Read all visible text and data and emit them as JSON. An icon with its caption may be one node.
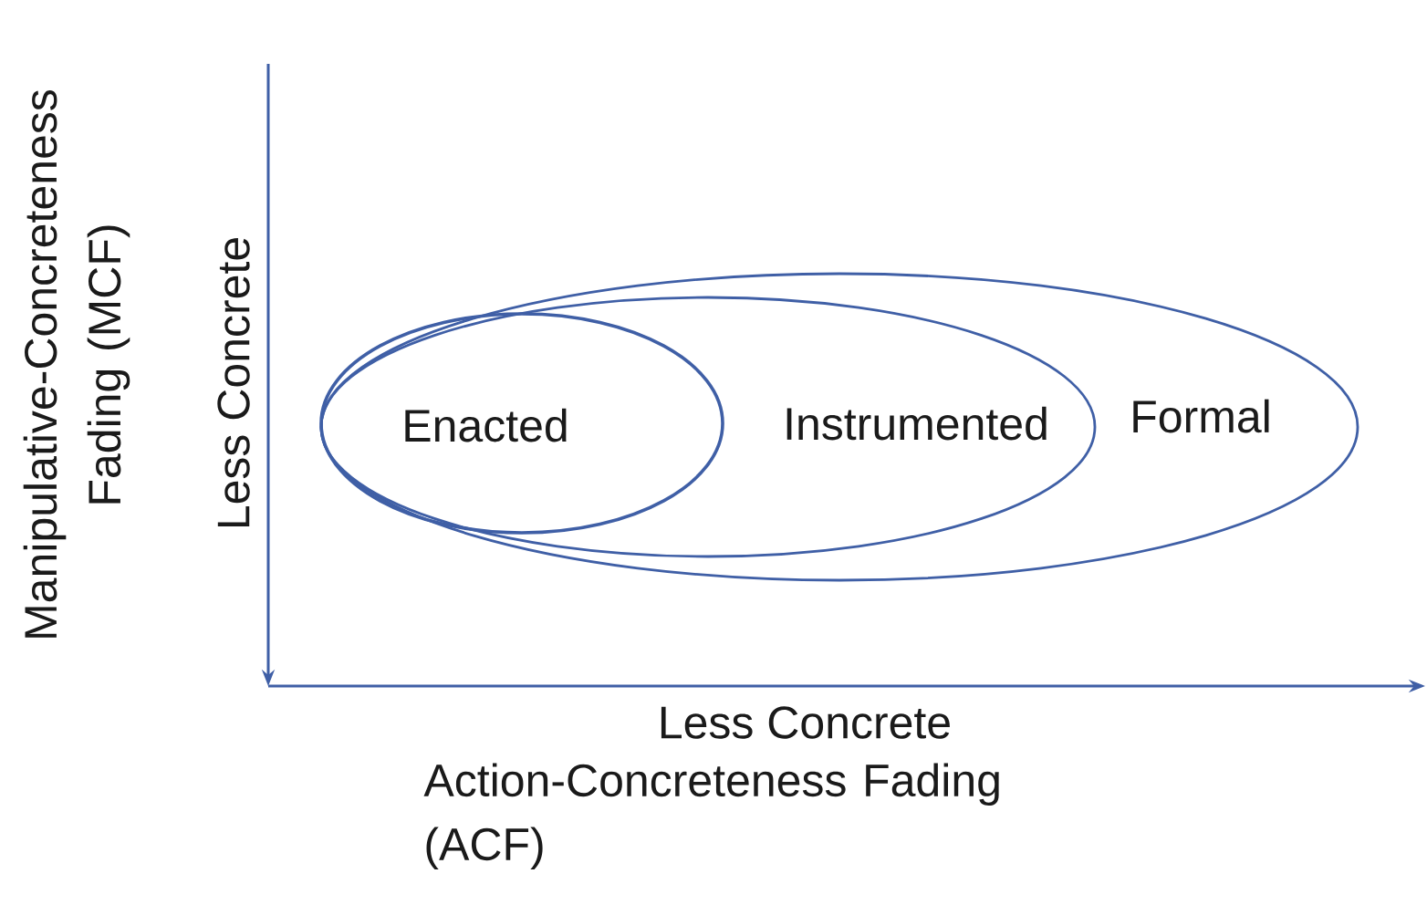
{
  "diagram": {
    "nodes": [
      {
        "text": [
          "Formal"
        ]
      },
      {
        "text": [
          "Instrumented"
        ],
        "in": 0
      },
      {
        "text": [
          "Enacted"
        ],
        "in": 1
      }
    ],
    "labels": [
      "Manipulative-Concreteness Fading (MCF)",
      "Less Concrete",
      "Less Concrete",
      "Action-Concreteness Fading (ACF)"
    ]
  }
}
